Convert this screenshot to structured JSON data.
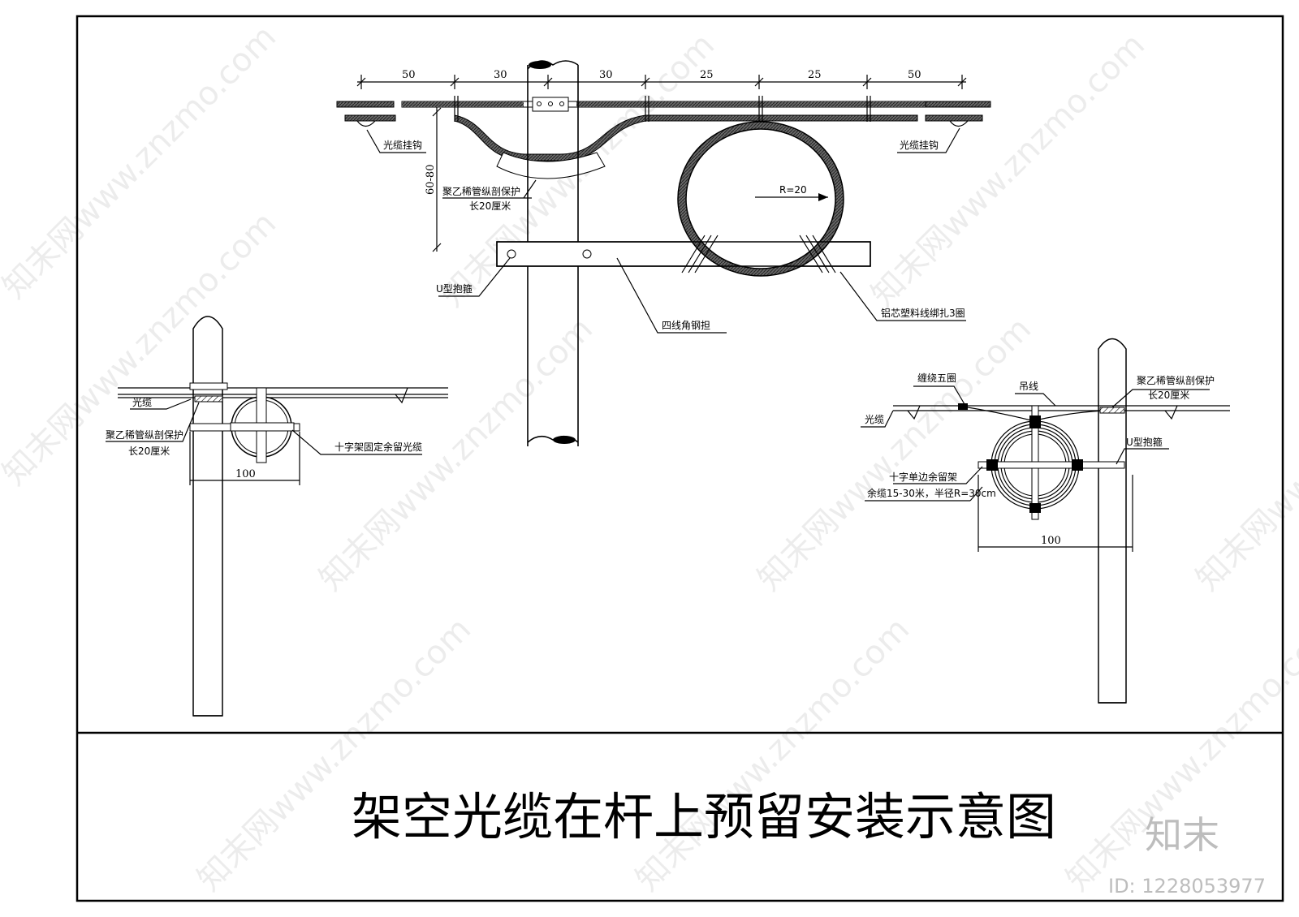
{
  "title": "架空光缆在杆上预留安装示意图",
  "brand": "知末",
  "id_text": "ID: 1228053977",
  "watermark": "知末网www.znzmo.com",
  "top_view": {
    "dims": [
      "50",
      "30",
      "30",
      "25",
      "25",
      "50"
    ],
    "vertical_dim": "60-80",
    "radius": "R=20",
    "labels": {
      "hook_left": "光缆挂钩",
      "hook_right": "光缆挂钩",
      "pe_protect_1": "聚乙稀管纵剖保护",
      "pe_protect_2": "长20厘米",
      "u_clamp": "U型抱箍",
      "crossarm": "四线角钢担",
      "binding": "铝芯塑料线绑扎3圈"
    }
  },
  "left_view": {
    "labels": {
      "cable": "光缆",
      "pe_protect_1": "聚乙稀管纵剖保护",
      "pe_protect_2": "长20厘米",
      "cross_frame": "十字架固定余留光缆"
    },
    "dim": "100"
  },
  "right_view": {
    "labels": {
      "wrap": "缠绕五圈",
      "messenger": "吊线",
      "pe_protect_1": "聚乙稀管纵剖保护",
      "pe_protect_2": "长20厘米",
      "cable": "光缆",
      "u_clamp": "U型抱箍",
      "frame": "十字单边余留架",
      "slack": "余缆15-30米，半径R=30cm"
    },
    "dim": "100"
  }
}
